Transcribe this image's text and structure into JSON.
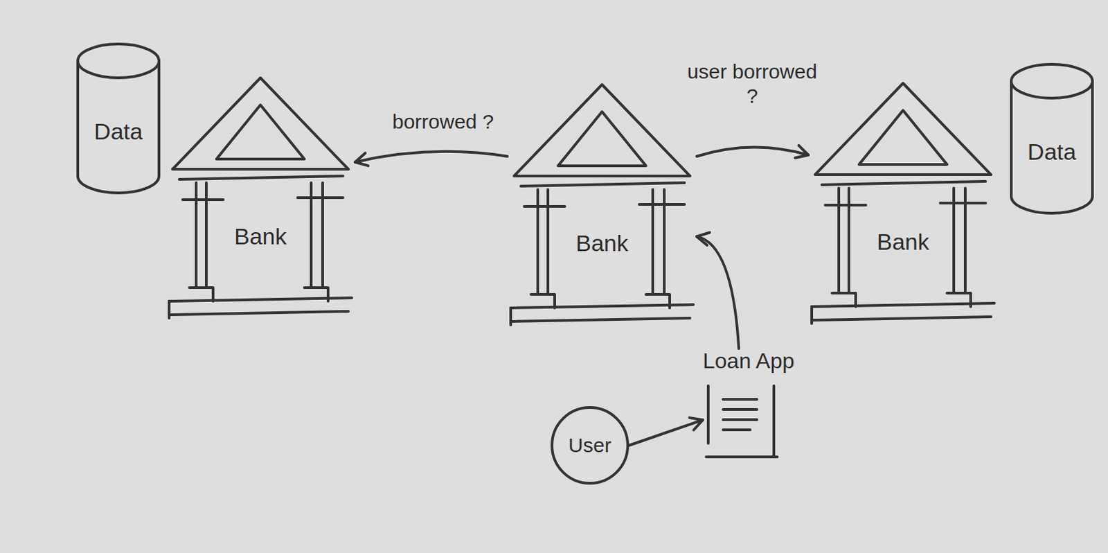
{
  "diagram": {
    "nodes": [
      {
        "text": [
          "Data"
        ]
      },
      {
        "text": [
          "Bank"
        ]
      },
      {
        "text": [
          "Bank"
        ]
      },
      {
        "text": [
          "Bank"
        ]
      },
      {
        "text": [
          "Data"
        ]
      },
      {
        "text": [
          "Loan App"
        ]
      },
      {
        "text": [
          "User"
        ]
      }
    ],
    "edges": [
      {
        "from": 2,
        "to": 1,
        "arrow": "to",
        "label": "borrowed ?"
      },
      {
        "from": 2,
        "to": 3,
        "arrow": "to",
        "label": "user borrowed ?"
      },
      {
        "from": 6,
        "to": 5,
        "arrow": "to"
      },
      {
        "from": 5,
        "to": 2,
        "arrow": "to"
      }
    ]
  }
}
